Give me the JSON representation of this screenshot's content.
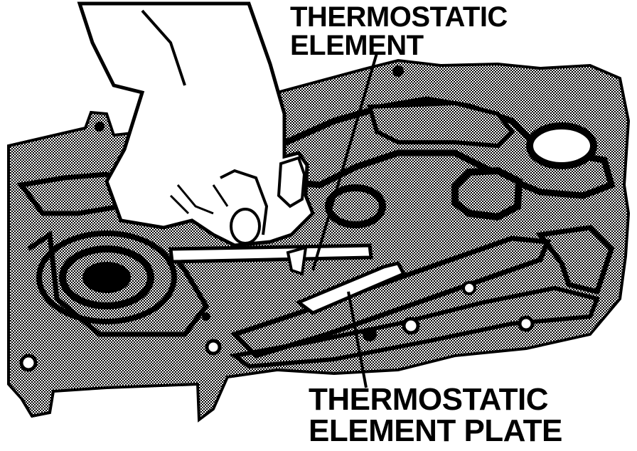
{
  "labels": {
    "thermostatic_element": {
      "line1": "THERMOSTATIC",
      "line2": "ELEMENT"
    },
    "thermostatic_element_plate": {
      "line1": "THERMOSTATIC",
      "line2": "ELEMENT PLATE"
    }
  },
  "colors": {
    "ink": "#000000",
    "paper": "#ffffff",
    "body_halftone": "#8a8a8a"
  }
}
